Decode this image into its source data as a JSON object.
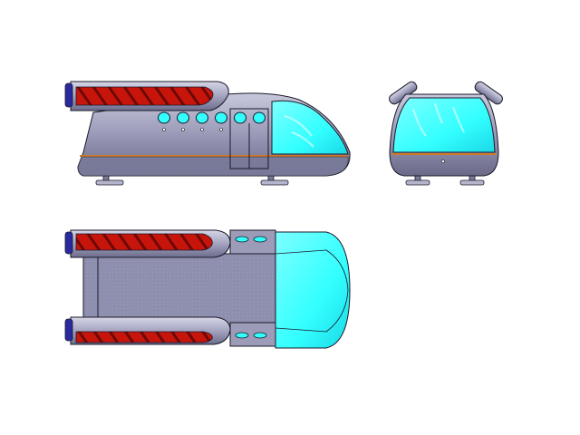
{
  "title": "",
  "views": [
    {
      "id": "side",
      "label": ""
    },
    {
      "id": "front",
      "label": ""
    },
    {
      "id": "top",
      "label": ""
    }
  ],
  "colors": {
    "background": "#ffffff",
    "hull_light": "#aeaec8",
    "hull_mid": "#8a8aa8",
    "hull_dark": "#5c5c78",
    "canopy": "#33ffff",
    "canopy_dark": "#11d8e0",
    "engine_red": "#d41a0f",
    "engine_dark": "#7a0a05",
    "engine_cap": "#1a1a88",
    "trim_orange": "#d07a2a",
    "outline": "#1a1a2a"
  },
  "icons": [
    "engine-nacelle-icon",
    "window-porthole-icon",
    "door-icon",
    "landing-pad-icon"
  ]
}
